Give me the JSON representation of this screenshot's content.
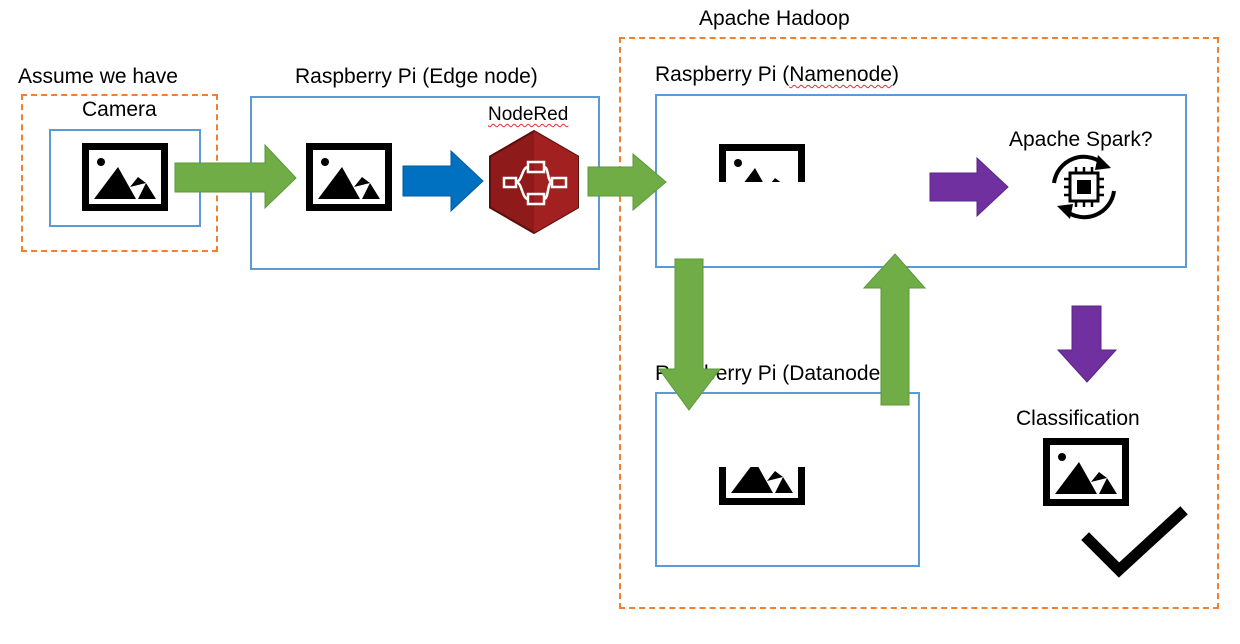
{
  "title": "Apache Hadoop",
  "groups": {
    "camera_group": {
      "label": "Assume we have",
      "box_label": "Camera"
    },
    "edge_node": {
      "label": "Raspberry Pi (Edge node)",
      "nodered_label": "NodeRed"
    },
    "namenode": {
      "label_prefix": "Raspberry Pi (",
      "label_word": "Namenode",
      "label_suffix": ")",
      "spark_label": "Apache Spark?"
    },
    "datanode": {
      "label_prefix": "Raspberry Pi (",
      "label_word": "Datanode",
      "label_suffix": ")"
    },
    "result": {
      "label": "Classification"
    }
  },
  "colors": {
    "dashed_border": "#f08030",
    "box_border": "#5b9bd5",
    "green_arrow": "#70ad47",
    "blue_arrow": "#0070c0",
    "purple_arrow": "#7030a0",
    "nodered": "#8f1a1a"
  },
  "icons": [
    "image-icon",
    "nodered-logo-icon",
    "processor-cycle-icon",
    "checkmark-icon"
  ]
}
